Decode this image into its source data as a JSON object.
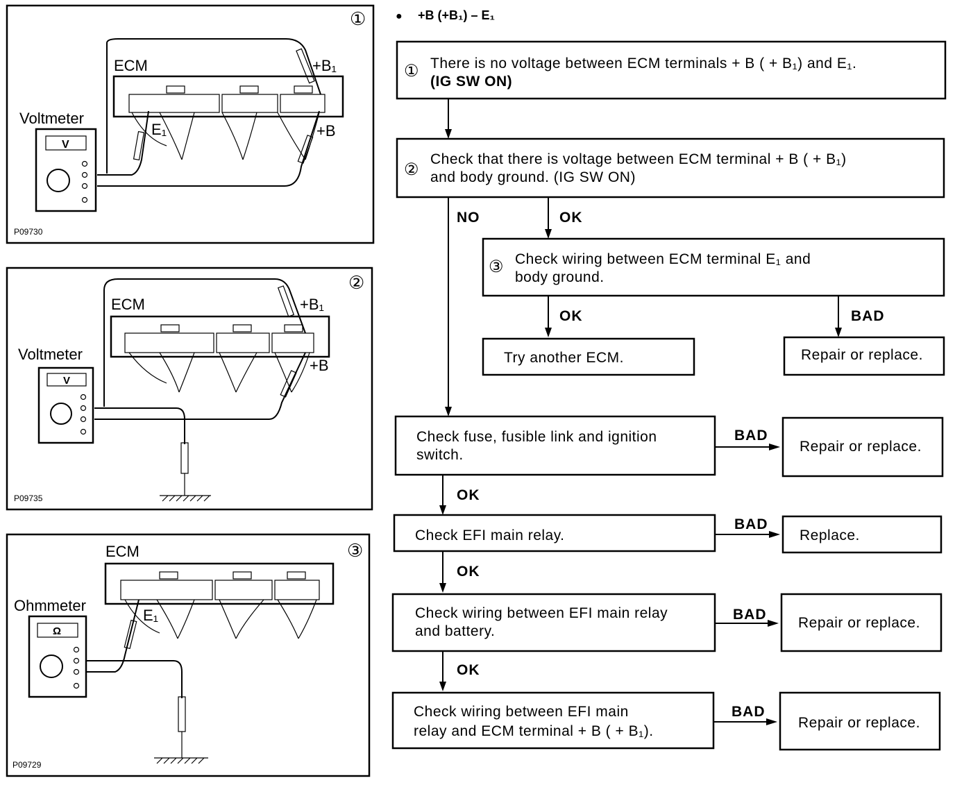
{
  "header": {
    "bullet": "●",
    "title": "+B (+B₁) – E₁"
  },
  "illustrations": [
    {
      "number": "①",
      "meter_label": "Voltmeter",
      "meter_symbol": "V",
      "ecm_label": "ECM",
      "terminal_labels": [
        "+B₁",
        "+B",
        "E₁"
      ],
      "code": "P09730"
    },
    {
      "number": "②",
      "meter_label": "Voltmeter",
      "meter_symbol": "V",
      "ecm_label": "ECM",
      "terminal_labels": [
        "+B₁",
        "+B"
      ],
      "code": "P09735"
    },
    {
      "number": "③",
      "meter_label": "Ohmmeter",
      "meter_symbol": "Ω",
      "ecm_label": "ECM",
      "terminal_labels": [
        "E₁"
      ],
      "code": "P09729"
    }
  ],
  "flow": {
    "step1": {
      "num": "①",
      "line1": "There is no voltage between ECM terminals  + B ( + B₁) and E₁.",
      "line2": "(IG SW ON)"
    },
    "step2": {
      "num": "②",
      "line1": "Check that there is voltage between ECM terminal  + B ( + B₁)",
      "line2": "and body ground. (IG SW ON)"
    },
    "step3": {
      "num": "③",
      "line1": "Check wiring between ECM terminal E₁ and",
      "line2": "body ground."
    },
    "try_ecm": "Try another ECM.",
    "repair_3": "Repair or replace.",
    "fuse": {
      "line1": "Check fuse, fusible link and ignition",
      "line2": "switch."
    },
    "repair_fuse": "Repair or replace.",
    "relay": "Check EFI main relay.",
    "replace_relay": "Replace.",
    "wiring_batt": {
      "line1": "Check wiring between EFI main relay",
      "line2": "and battery."
    },
    "repair_batt": "Repair or replace.",
    "wiring_ecm": {
      "line1": "Check wiring between EFI main",
      "line2": "relay and ECM terminal + B ( + B₁)."
    },
    "repair_ecm": "Repair or replace.",
    "labels": {
      "no": "NO",
      "ok": "OK",
      "bad": "BAD"
    }
  }
}
